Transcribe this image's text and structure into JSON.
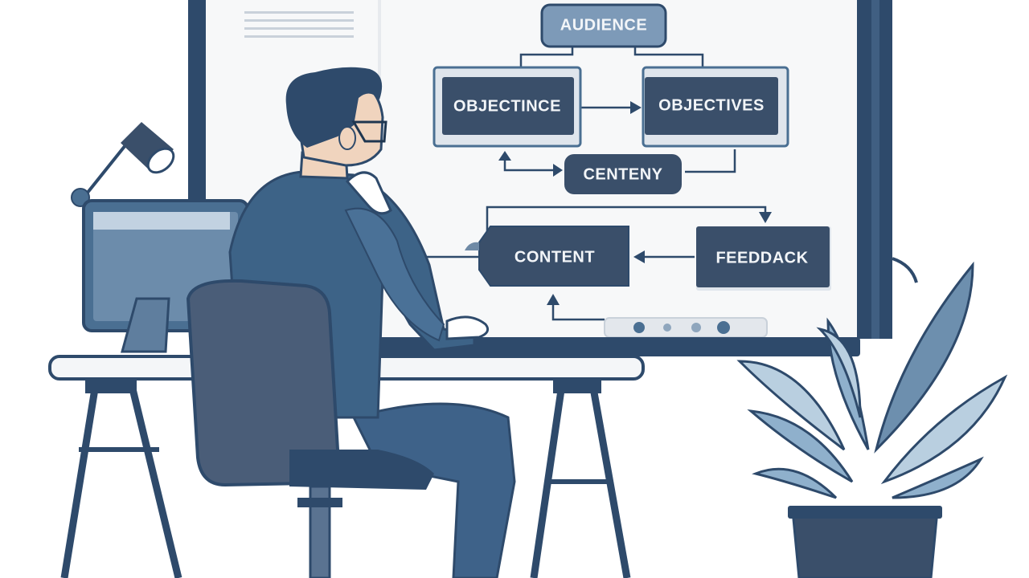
{
  "diagram": {
    "nodes": {
      "audience": "AUDIENCE",
      "objectince": "OBJECTINCE",
      "objectives": "OBJECTIVES",
      "centeny": "CENTENY",
      "content": "CONTENT",
      "feedback": "FEEDDACK"
    }
  },
  "colors": {
    "navy": "#2e4a6b",
    "dark_slate": "#3a4f6a",
    "steel_blue": "#4a6f92",
    "light_blue": "#8fb0cc",
    "pale_blue": "#b9cfe0",
    "board": "#f6f7f8",
    "text_light": "#f2f5f8",
    "text_dark": "#1f3650"
  }
}
